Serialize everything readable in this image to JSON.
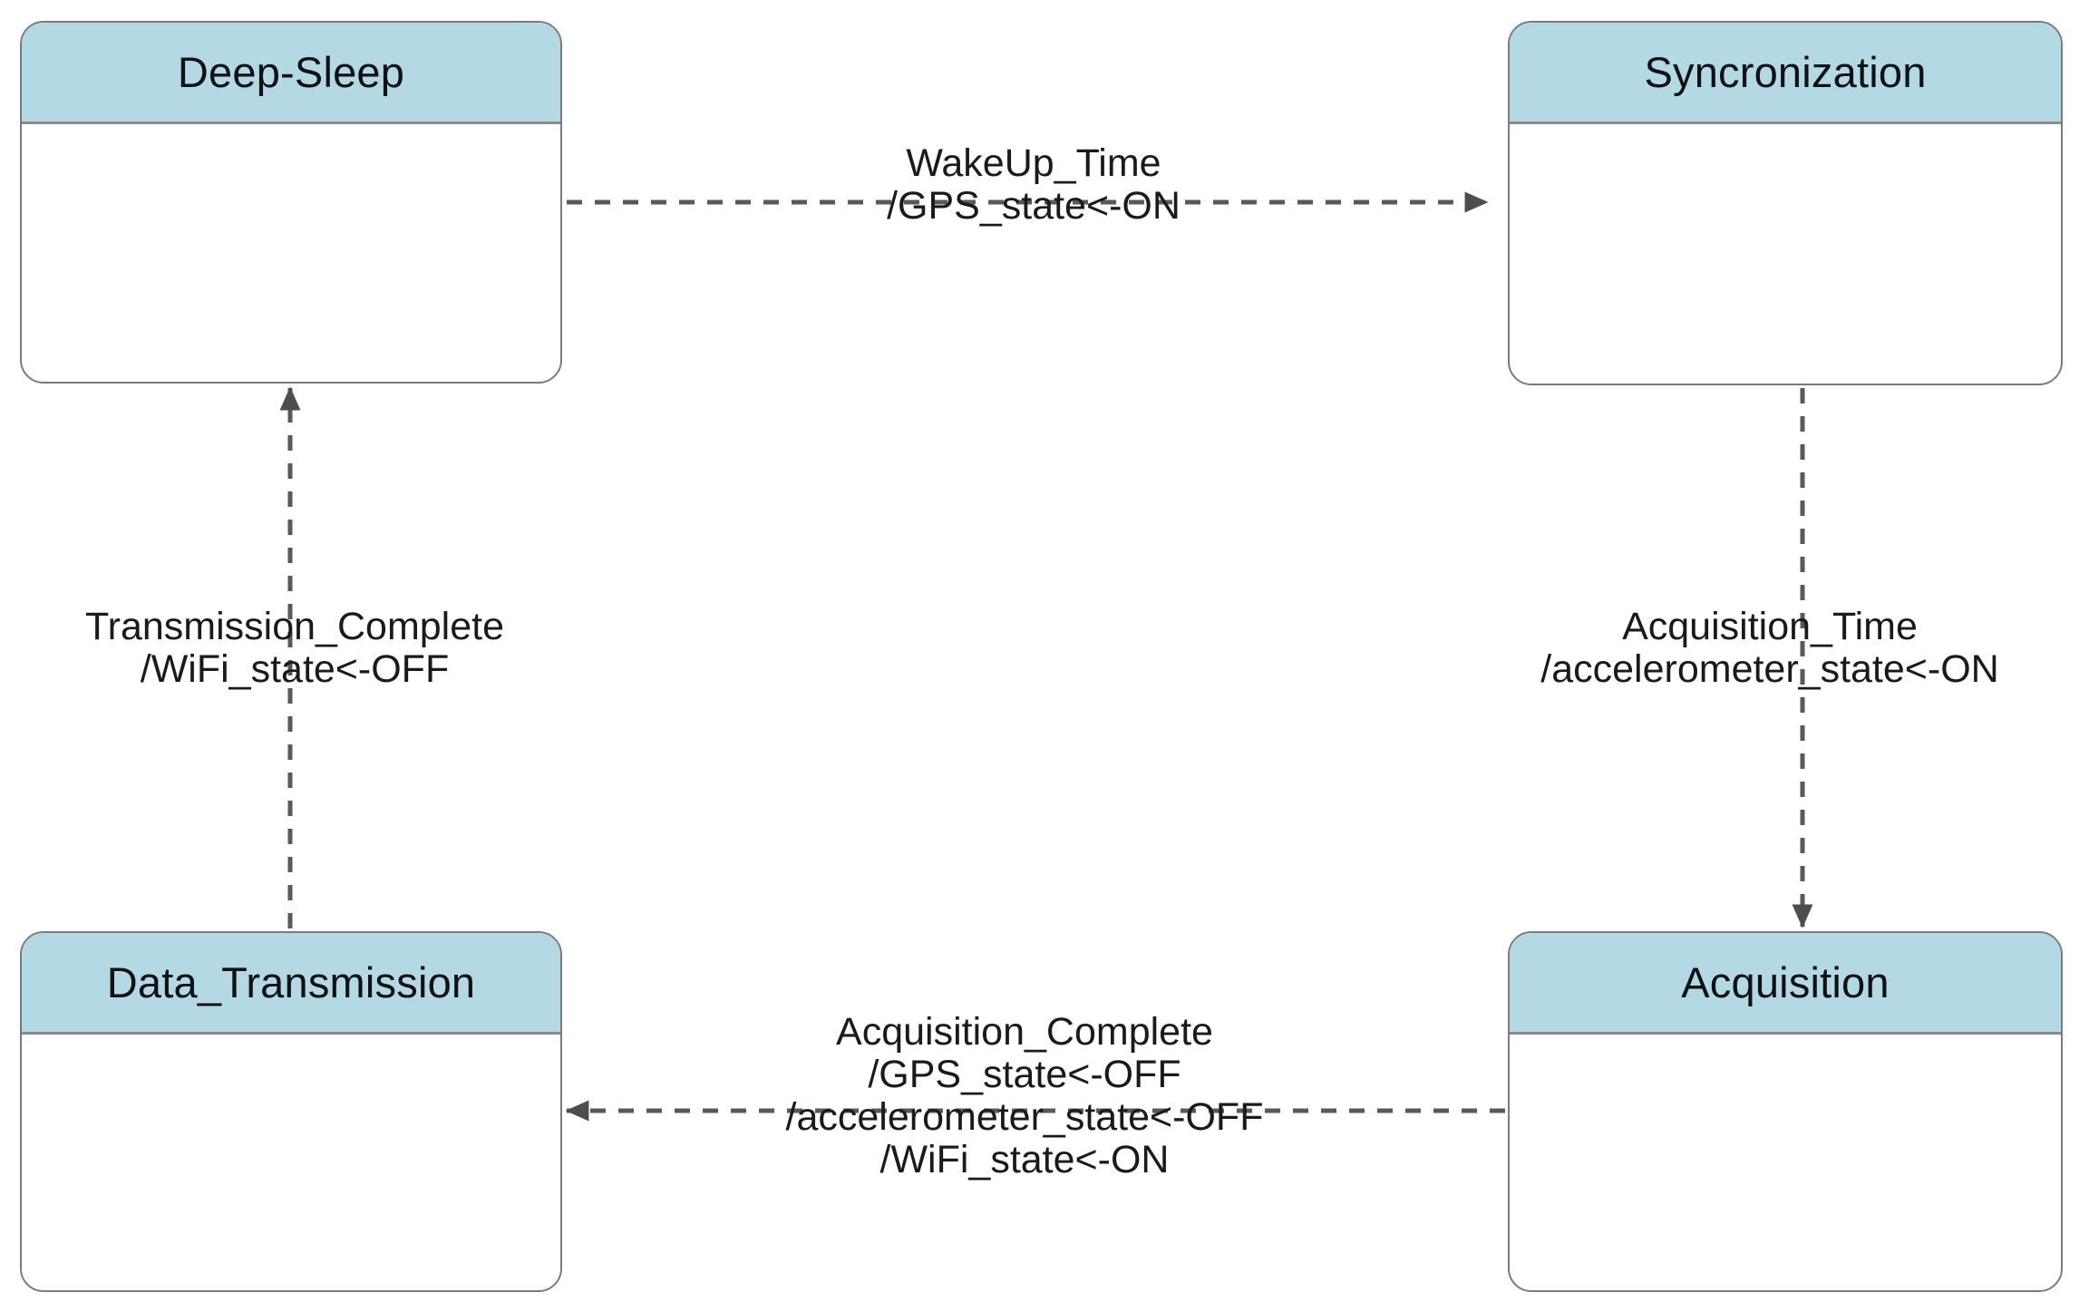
{
  "diagram": {
    "type": "state-machine",
    "title": "",
    "colors": {
      "header_fill": "#b3d9e5",
      "box_border": "#7b7b7b",
      "body_fill": "#ffffff",
      "edge_stroke": "#595959",
      "text": "#1a1a1a"
    },
    "states": [
      {
        "id": "deep-sleep",
        "label": "Deep-Sleep"
      },
      {
        "id": "syncronization",
        "label": "Syncronization"
      },
      {
        "id": "data-transmission",
        "label": "Data_Transmission"
      },
      {
        "id": "acquisition",
        "label": "Acquisition"
      }
    ],
    "transitions": [
      {
        "id": "wakeup",
        "from": "deep-sleep",
        "to": "syncronization",
        "lines": [
          "WakeUp_Time",
          "/GPS_state<-ON"
        ]
      },
      {
        "id": "acquisition-time",
        "from": "syncronization",
        "to": "acquisition",
        "lines": [
          "Acquisition_Time",
          "/accelerometer_state<-ON"
        ]
      },
      {
        "id": "acquisition-complete",
        "from": "acquisition",
        "to": "data-transmission",
        "lines": [
          "Acquisition_Complete",
          "/GPS_state<-OFF",
          "/accelerometer_state<-OFF",
          "/WiFi_state<-ON"
        ]
      },
      {
        "id": "transmission-complete",
        "from": "data-transmission",
        "to": "deep-sleep",
        "lines": [
          "Transmission_Complete",
          "/WiFi_state<-OFF"
        ]
      }
    ]
  }
}
